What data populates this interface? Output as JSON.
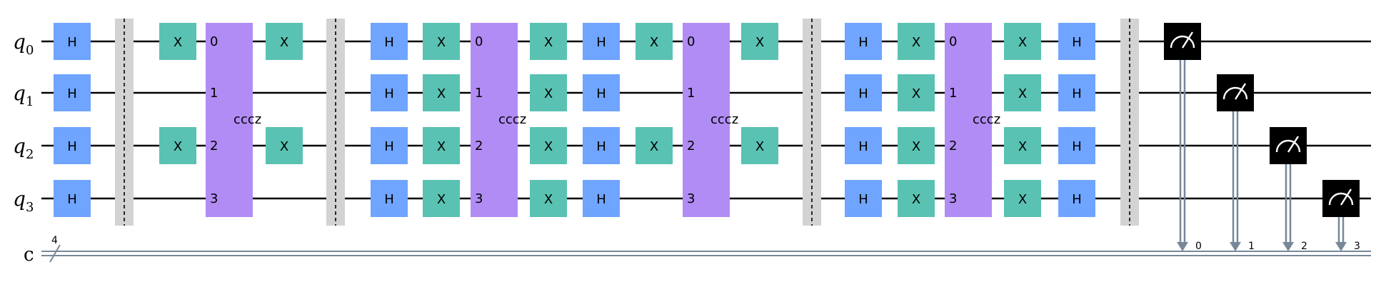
{
  "colors": {
    "h_gate": "#6fa4ff",
    "x_gate": "#59c2b3",
    "multi_gate": "#b18cf4",
    "barrier": "#d3d3d3",
    "measure": "#000000",
    "classical": "#778899",
    "wire": "#000000"
  },
  "gate_labels": {
    "h": "H",
    "x": "X",
    "cccz": "cccz"
  },
  "qubits": [
    {
      "base": "q",
      "sub": "0"
    },
    {
      "base": "q",
      "sub": "1"
    },
    {
      "base": "q",
      "sub": "2"
    },
    {
      "base": "q",
      "sub": "3"
    }
  ],
  "classical_register": {
    "label": "c",
    "size": "4"
  },
  "ops": [
    {
      "col": 0,
      "gate": "h",
      "qubits": [
        0,
        1,
        2,
        3
      ]
    },
    {
      "col": 1,
      "gate": "barrier"
    },
    {
      "col": 2,
      "gate": "x",
      "qubits": [
        0,
        2
      ]
    },
    {
      "col": 3,
      "gate": "cccz",
      "port_labels": [
        "0",
        "1",
        "2",
        "3"
      ]
    },
    {
      "col": 4,
      "gate": "x",
      "qubits": [
        0,
        2
      ]
    },
    {
      "col": 5,
      "gate": "barrier"
    },
    {
      "col": 6,
      "gate": "h",
      "qubits": [
        0,
        1,
        2,
        3
      ]
    },
    {
      "col": 7,
      "gate": "x",
      "qubits": [
        0,
        1,
        2,
        3
      ]
    },
    {
      "col": 8,
      "gate": "cccz",
      "port_labels": [
        "0",
        "1",
        "2",
        "3"
      ]
    },
    {
      "col": 9,
      "gate": "x",
      "qubits": [
        0,
        1,
        2,
        3
      ]
    },
    {
      "col": 10,
      "gate": "h",
      "qubits": [
        0,
        1,
        2,
        3
      ]
    },
    {
      "col": 11,
      "gate": "x",
      "qubits": [
        0,
        2
      ]
    },
    {
      "col": 12,
      "gate": "cccz",
      "port_labels": [
        "0",
        "1",
        "2",
        "3"
      ]
    },
    {
      "col": 13,
      "gate": "x",
      "qubits": [
        0,
        2
      ]
    },
    {
      "col": 14,
      "gate": "barrier"
    },
    {
      "col": 15,
      "gate": "h",
      "qubits": [
        0,
        1,
        2,
        3
      ]
    },
    {
      "col": 16,
      "gate": "x",
      "qubits": [
        0,
        1,
        2,
        3
      ]
    },
    {
      "col": 17,
      "gate": "cccz",
      "port_labels": [
        "0",
        "1",
        "2",
        "3"
      ]
    },
    {
      "col": 18,
      "gate": "x",
      "qubits": [
        0,
        1,
        2,
        3
      ]
    },
    {
      "col": 19,
      "gate": "h",
      "qubits": [
        0,
        1,
        2,
        3
      ]
    },
    {
      "col": 20,
      "gate": "barrier"
    },
    {
      "col": 21,
      "gate": "measure",
      "qubit": 0,
      "cbit": "0"
    },
    {
      "col": 22,
      "gate": "measure",
      "qubit": 1,
      "cbit": "1"
    },
    {
      "col": 23,
      "gate": "measure",
      "qubit": 2,
      "cbit": "2"
    },
    {
      "col": 24,
      "gate": "measure",
      "qubit": 3,
      "cbit": "3"
    }
  ]
}
